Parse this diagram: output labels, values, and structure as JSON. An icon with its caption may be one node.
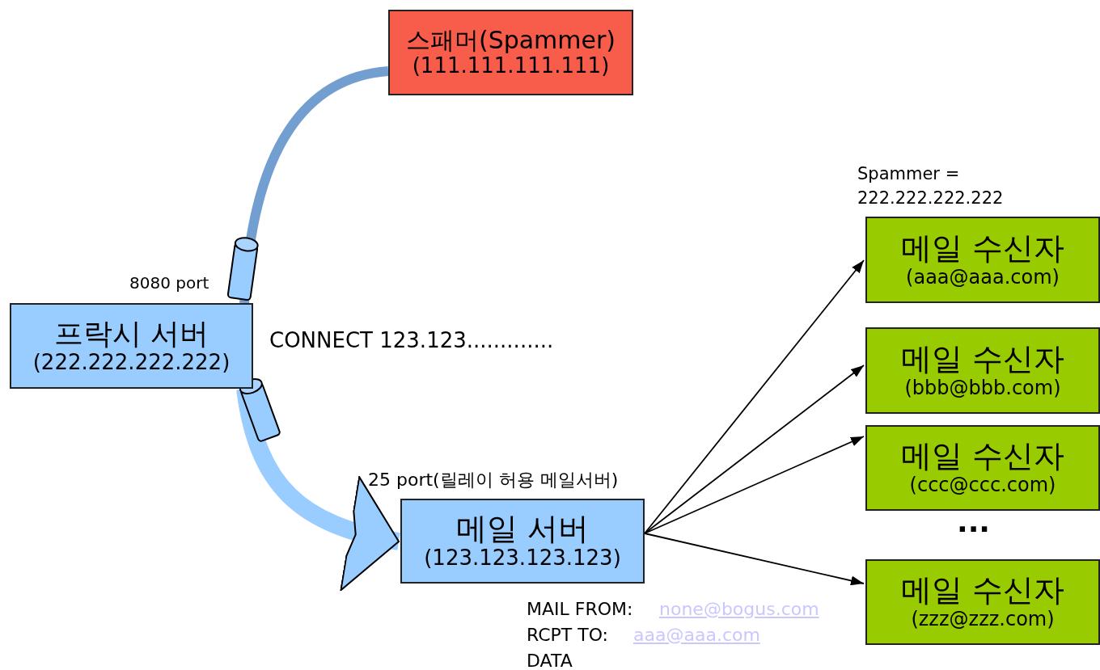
{
  "diagram": {
    "nodes": [
      {
        "text": [
          "스패머(Spammer)",
          "(111.111.111.111)"
        ]
      },
      {
        "text": [
          "프락시 서버",
          "(222.222.222.222)"
        ]
      },
      {
        "text": [
          "메일 서버",
          "(123.123.123.123)"
        ],
        "beside": [
          "25 port(릴레이 허용 메일서버)"
        ]
      },
      {
        "text": [
          "메일 수신자",
          "(aaa@aaa.com)"
        ],
        "beside": [
          "Spammer = 222.222.222.222"
        ]
      },
      {
        "text": [
          "메일 수신자",
          "(bbb@bbb.com)"
        ]
      },
      {
        "text": [
          "메일 수신자",
          "(ccc@ccc.com)"
        ]
      },
      {
        "text": [
          "메일 수신자",
          "(zzz@zzz.com)"
        ]
      }
    ],
    "edges": [
      {
        "from": 0,
        "to": 1,
        "arrow": "none",
        "style": "thick",
        "color": "#729fcf"
      },
      {
        "from": 1,
        "to": 2,
        "arrow": "to",
        "style": "thick",
        "color": "#99ccff"
      },
      {
        "from": 2,
        "to": 3,
        "arrow": "to"
      },
      {
        "from": 2,
        "to": 4,
        "arrow": "to"
      },
      {
        "from": 2,
        "to": 5,
        "arrow": "to"
      },
      {
        "from": 2,
        "to": 6,
        "arrow": "to"
      }
    ],
    "labels": [
      "8080 port",
      "CONNECT 123.123.............",
      "...",
      "MAIL FROM:",
      "none@bogus.com",
      "RCPT TO:",
      "aaa@aaa.com",
      "DATA"
    ]
  }
}
